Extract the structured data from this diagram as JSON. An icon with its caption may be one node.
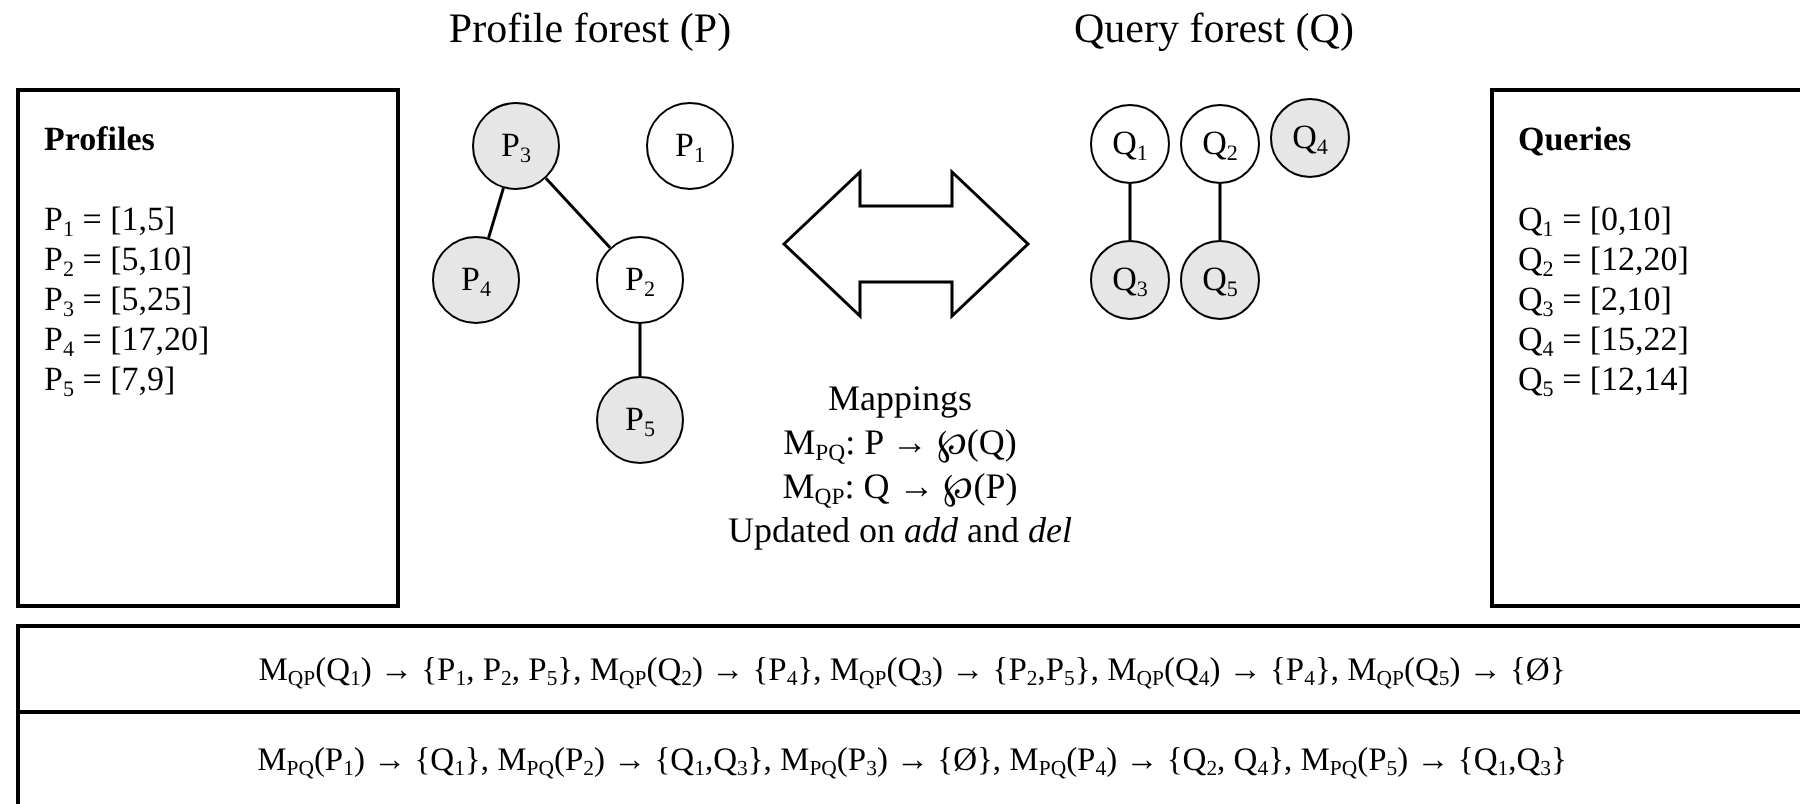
{
  "diagram": {
    "nodes": [
      {
        "text": [
          "Profiles",
          "P$_{1}$ = [1,5]",
          "P$_{2}$ = [5,10]",
          "P$_{3}$ = [5,25]",
          "P$_{4}$ = [17,20]",
          "P$_{5}$ = [7,9]"
        ]
      },
      {
        "text": [
          "Profile forest (P)"
        ]
      },
      {
        "text": [
          "P$_{3}$"
        ],
        "in": 1
      },
      {
        "text": [
          "P$_{1}$"
        ],
        "in": 1
      },
      {
        "text": [
          "P$_{4}$"
        ],
        "in": 1
      },
      {
        "text": [
          "P$_{2}$"
        ],
        "in": 1
      },
      {
        "text": [
          "P$_{5}$"
        ],
        "in": 1
      },
      {
        "text": [
          "Query forest  (Q)"
        ]
      },
      {
        "text": [
          "Q$_{1}$"
        ],
        "in": 7
      },
      {
        "text": [
          "Q$_{2}$"
        ],
        "in": 7
      },
      {
        "text": [
          "Q$_{4}$"
        ],
        "in": 7
      },
      {
        "text": [
          "Q$_{3}$"
        ],
        "in": 7
      },
      {
        "text": [
          "Q$_{5}$"
        ],
        "in": 7
      },
      {
        "text": [
          "Queries",
          "Q$_{1}$ = [0,10]",
          "Q$_{2}$ = [12,20]",
          "Q$_{3}$ = [2,10]",
          "Q$_{4}$ = [15,22]",
          "Q$_{5}$ = [12,14]"
        ]
      },
      {
        "text": [
          "M$_{QP}$(Q$_{1}$) → {P$_{1}$, P$_{2}$, P$_{5}$}, M$_{QP}$(Q$_{2}$) → {P$_{4}$}, M$_{QP}$(Q$_{3}$) → {P$_{2}$,P$_{5}$}, M$_{QP}$(Q$_{4}$) → {P$_{4}$},  M$_{QP}$(Q$_{5}$) → {Ø}"
        ]
      },
      {
        "text": [
          "M$_{PQ}$(P$_{1}$) → {Q$_{1}$}, M$_{PQ}$(P$_{2}$) → {Q$_{1}$,Q$_{3}$}, M$_{PQ}$(P$_{3}$) → {Ø}, M$_{PQ}$(P$_{4}$) → {Q$_{2}$, Q$_{4}$},  M$_{PQ}$(P$_{5}$) → {Q$_{1}$,Q$_{3}$}"
        ]
      }
    ],
    "edges": [
      {
        "from": 2,
        "to": 4,
        "arrow": "none"
      },
      {
        "from": 2,
        "to": 5,
        "arrow": "none"
      },
      {
        "from": 5,
        "to": 6,
        "arrow": "none"
      },
      {
        "from": 8,
        "to": 11,
        "arrow": "none"
      },
      {
        "from": 9,
        "to": 12,
        "arrow": "none"
      },
      {
        "from": 1,
        "to": 7,
        "arrow": "both",
        "style": "thick"
      }
    ],
    "labels": [
      "Mappings",
      "M$_{PQ}$: P → ℘(Q)",
      "M$_{QP}$: Q → ℘(P)",
      "Updated on *add* and *del*"
    ]
  }
}
